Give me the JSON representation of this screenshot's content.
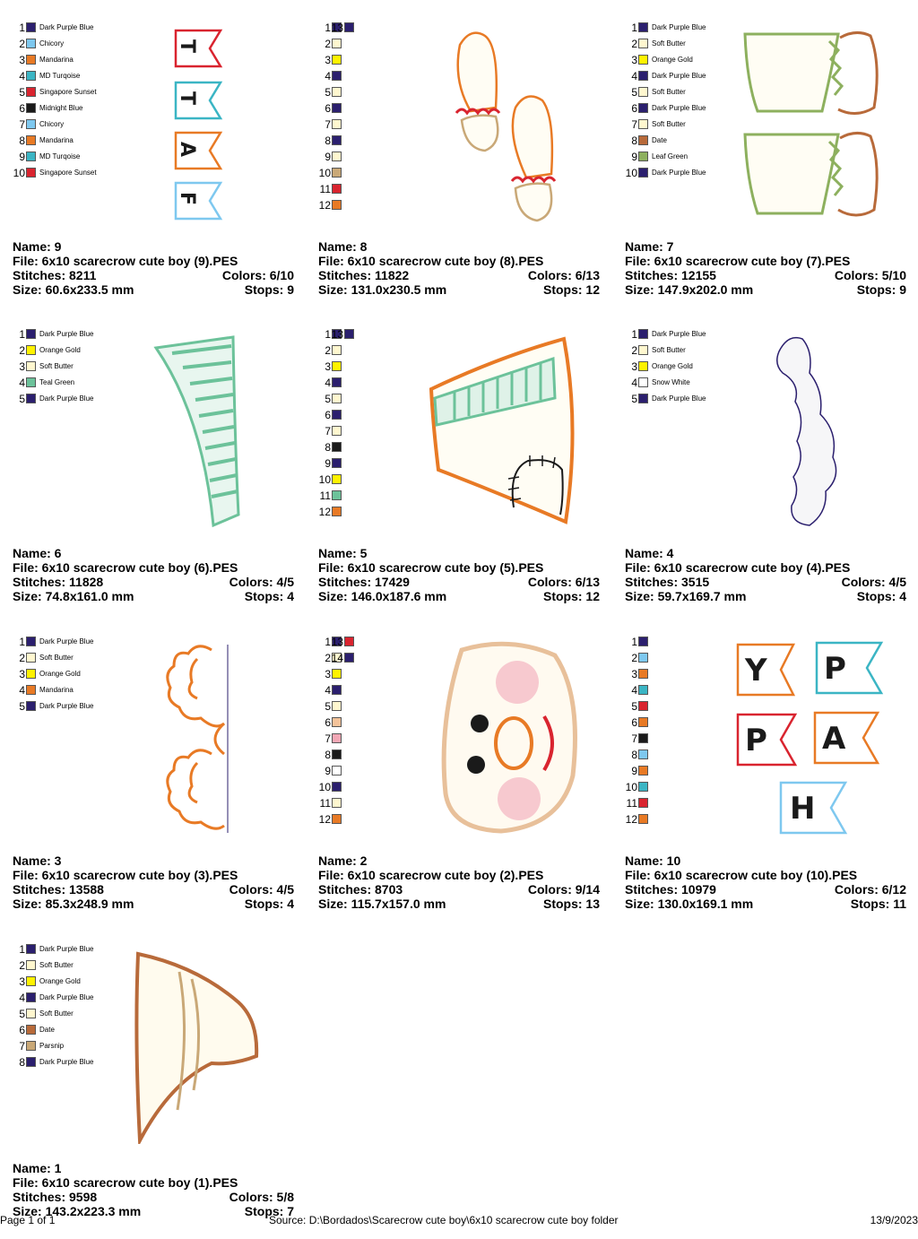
{
  "footer": {
    "page": "Page 1 of 1",
    "source": "Source: D:\\Bordados\\Scarecrow cute boy\\6x10 scarecrow cute boy folder",
    "date": "13/9/2023"
  },
  "colors": {
    "Dark Purple Blue": "#2b1f6e",
    "Chicory": "#7ec8ef",
    "Mandarina": "#e87a25",
    "MD Turqoise": "#3bb5c4",
    "Singapore Sunset": "#d9242f",
    "Midnight Blue": "#1a1a1a",
    "Soft Butter": "#fff7cf",
    "Orange Gold": "#fff200",
    "Date": "#b86a3a",
    "Leaf Green": "#8db05e",
    "Teal Green": "#6cc29a",
    "Snow White": "#ffffff",
    "Parsnip": "#c9a877"
  },
  "designs": [
    {
      "id": "d9",
      "name": "Name: 9",
      "file": "File: 6x10 scarecrow cute boy (9).PES",
      "stitches": "Stitches: 8211",
      "colors_count": "Colors: 6/10",
      "size": "Size: 60.6x233.5 mm",
      "stops": "Stops: 9",
      "legend": [
        {
          "n": "1",
          "c": "#2b1f6e",
          "label": "Dark Purple Blue"
        },
        {
          "n": "2",
          "c": "#7ec8ef",
          "label": "Chicory"
        },
        {
          "n": "3",
          "c": "#e87a25",
          "label": "Mandarina"
        },
        {
          "n": "4",
          "c": "#3bb5c4",
          "label": "MD Turqoise"
        },
        {
          "n": "5",
          "c": "#d9242f",
          "label": "Singapore Sunset"
        },
        {
          "n": "6",
          "c": "#1a1a1a",
          "label": "Midnight Blue"
        },
        {
          "n": "7",
          "c": "#7ec8ef",
          "label": "Chicory"
        },
        {
          "n": "8",
          "c": "#e87a25",
          "label": "Mandarina"
        },
        {
          "n": "9",
          "c": "#3bb5c4",
          "label": "MD Turqoise"
        },
        {
          "n": "10",
          "c": "#d9242f",
          "label": "Singapore Sunset"
        }
      ]
    },
    {
      "id": "d8",
      "name": "Name: 8",
      "file": "File: 6x10 scarecrow cute boy (8).PES",
      "stitches": "Stitches: 11822",
      "colors_count": "Colors: 6/13",
      "size": "Size: 131.0x230.5 mm",
      "stops": "Stops: 12",
      "legend": [
        {
          "n": "1",
          "c": "#2b1f6e",
          "label": "",
          "n2": "13",
          "c2": "#2b1f6e"
        },
        {
          "n": "2",
          "c": "#fff7cf",
          "label": ""
        },
        {
          "n": "3",
          "c": "#fff200",
          "label": ""
        },
        {
          "n": "4",
          "c": "#2b1f6e",
          "label": ""
        },
        {
          "n": "5",
          "c": "#fff7cf",
          "label": ""
        },
        {
          "n": "6",
          "c": "#2b1f6e",
          "label": ""
        },
        {
          "n": "7",
          "c": "#fff7cf",
          "label": ""
        },
        {
          "n": "8",
          "c": "#2b1f6e",
          "label": ""
        },
        {
          "n": "9",
          "c": "#fff7cf",
          "label": ""
        },
        {
          "n": "10",
          "c": "#c9a877",
          "label": ""
        },
        {
          "n": "11",
          "c": "#d9242f",
          "label": ""
        },
        {
          "n": "12",
          "c": "#e87a25",
          "label": ""
        }
      ]
    },
    {
      "id": "d7",
      "name": "Name: 7",
      "file": "File: 6x10 scarecrow cute boy (7).PES",
      "stitches": "Stitches: 12155",
      "colors_count": "Colors: 5/10",
      "size": "Size: 147.9x202.0 mm",
      "stops": "Stops: 9",
      "legend": [
        {
          "n": "1",
          "c": "#2b1f6e",
          "label": "Dark Purple Blue"
        },
        {
          "n": "2",
          "c": "#fff7cf",
          "label": "Soft Butter"
        },
        {
          "n": "3",
          "c": "#fff200",
          "label": "Orange Gold"
        },
        {
          "n": "4",
          "c": "#2b1f6e",
          "label": "Dark Purple Blue"
        },
        {
          "n": "5",
          "c": "#fff7cf",
          "label": "Soft Butter"
        },
        {
          "n": "6",
          "c": "#2b1f6e",
          "label": "Dark Purple Blue"
        },
        {
          "n": "7",
          "c": "#fff7cf",
          "label": "Soft Butter"
        },
        {
          "n": "8",
          "c": "#b86a3a",
          "label": "Date"
        },
        {
          "n": "9",
          "c": "#8db05e",
          "label": "Leaf Green"
        },
        {
          "n": "10",
          "c": "#2b1f6e",
          "label": "Dark Purple Blue"
        }
      ]
    },
    {
      "id": "d6",
      "name": "Name: 6",
      "file": "File: 6x10 scarecrow cute boy (6).PES",
      "stitches": "Stitches: 11828",
      "colors_count": "Colors: 4/5",
      "size": "Size: 74.8x161.0 mm",
      "stops": "Stops: 4",
      "legend": [
        {
          "n": "1",
          "c": "#2b1f6e",
          "label": "Dark Purple Blue"
        },
        {
          "n": "2",
          "c": "#fff200",
          "label": "Orange Gold"
        },
        {
          "n": "3",
          "c": "#fff7cf",
          "label": "Soft Butter"
        },
        {
          "n": "4",
          "c": "#6cc29a",
          "label": "Teal Green"
        },
        {
          "n": "5",
          "c": "#2b1f6e",
          "label": "Dark Purple Blue"
        }
      ]
    },
    {
      "id": "d5",
      "name": "Name: 5",
      "file": "File: 6x10 scarecrow cute boy (5).PES",
      "stitches": "Stitches: 17429",
      "colors_count": "Colors: 6/13",
      "size": "Size: 146.0x187.6 mm",
      "stops": "Stops: 12",
      "legend": [
        {
          "n": "1",
          "c": "#2b1f6e",
          "label": "",
          "n2": "13",
          "c2": "#2b1f6e"
        },
        {
          "n": "2",
          "c": "#fff7cf",
          "label": ""
        },
        {
          "n": "3",
          "c": "#fff200",
          "label": ""
        },
        {
          "n": "4",
          "c": "#2b1f6e",
          "label": ""
        },
        {
          "n": "5",
          "c": "#fff7cf",
          "label": ""
        },
        {
          "n": "6",
          "c": "#2b1f6e",
          "label": ""
        },
        {
          "n": "7",
          "c": "#fff7cf",
          "label": ""
        },
        {
          "n": "8",
          "c": "#1a1a1a",
          "label": ""
        },
        {
          "n": "9",
          "c": "#2b1f6e",
          "label": ""
        },
        {
          "n": "10",
          "c": "#fff200",
          "label": ""
        },
        {
          "n": "11",
          "c": "#6cc29a",
          "label": ""
        },
        {
          "n": "12",
          "c": "#e87a25",
          "label": ""
        }
      ]
    },
    {
      "id": "d4",
      "name": "Name: 4",
      "file": "File: 6x10 scarecrow cute boy (4).PES",
      "stitches": "Stitches: 3515",
      "colors_count": "Colors: 4/5",
      "size": "Size: 59.7x169.7 mm",
      "stops": "Stops: 4",
      "legend": [
        {
          "n": "1",
          "c": "#2b1f6e",
          "label": "Dark Purple Blue"
        },
        {
          "n": "2",
          "c": "#fff7cf",
          "label": "Soft Butter"
        },
        {
          "n": "3",
          "c": "#fff200",
          "label": "Orange Gold"
        },
        {
          "n": "4",
          "c": "#ffffff",
          "label": "Snow White"
        },
        {
          "n": "5",
          "c": "#2b1f6e",
          "label": "Dark Purple Blue"
        }
      ]
    },
    {
      "id": "d3",
      "name": "Name: 3",
      "file": "File: 6x10 scarecrow cute boy (3).PES",
      "stitches": "Stitches: 13588",
      "colors_count": "Colors: 4/5",
      "size": "Size: 85.3x248.9 mm",
      "stops": "Stops: 4",
      "legend": [
        {
          "n": "1",
          "c": "#2b1f6e",
          "label": "Dark Purple Blue"
        },
        {
          "n": "2",
          "c": "#fff7cf",
          "label": "Soft Butter"
        },
        {
          "n": "3",
          "c": "#fff200",
          "label": "Orange Gold"
        },
        {
          "n": "4",
          "c": "#e87a25",
          "label": "Mandarina"
        },
        {
          "n": "5",
          "c": "#2b1f6e",
          "label": "Dark Purple Blue"
        }
      ]
    },
    {
      "id": "d2",
      "name": "Name: 2",
      "file": "File: 6x10 scarecrow cute boy (2).PES",
      "stitches": "Stitches: 8703",
      "colors_count": "Colors: 9/14",
      "size": "Size: 115.7x157.0 mm",
      "stops": "Stops: 13",
      "legend": [
        {
          "n": "1",
          "c": "#2b1f6e",
          "label": "",
          "n2": "13",
          "c2": "#d9242f"
        },
        {
          "n": "2",
          "c": "#fff7cf",
          "label": "",
          "n2": "14",
          "c2": "#2b1f6e"
        },
        {
          "n": "3",
          "c": "#fff200",
          "label": ""
        },
        {
          "n": "4",
          "c": "#2b1f6e",
          "label": ""
        },
        {
          "n": "5",
          "c": "#fff7cf",
          "label": ""
        },
        {
          "n": "6",
          "c": "#f4c39a",
          "label": ""
        },
        {
          "n": "7",
          "c": "#f2a7b5",
          "label": ""
        },
        {
          "n": "8",
          "c": "#1a1a1a",
          "label": ""
        },
        {
          "n": "9",
          "c": "#ffffff",
          "label": ""
        },
        {
          "n": "10",
          "c": "#2b1f6e",
          "label": ""
        },
        {
          "n": "11",
          "c": "#fff7cf",
          "label": ""
        },
        {
          "n": "12",
          "c": "#e87a25",
          "label": ""
        }
      ]
    },
    {
      "id": "d10",
      "name": "Name: 10",
      "file": "File: 6x10 scarecrow cute boy (10).PES",
      "stitches": "Stitches: 10979",
      "colors_count": "Colors: 6/12",
      "size": "Size: 130.0x169.1 mm",
      "stops": "Stops: 11",
      "legend": [
        {
          "n": "1",
          "c": "#2b1f6e",
          "label": ""
        },
        {
          "n": "2",
          "c": "#7ec8ef",
          "label": ""
        },
        {
          "n": "3",
          "c": "#e87a25",
          "label": ""
        },
        {
          "n": "4",
          "c": "#3bb5c4",
          "label": ""
        },
        {
          "n": "5",
          "c": "#d9242f",
          "label": ""
        },
        {
          "n": "6",
          "c": "#e87a25",
          "label": ""
        },
        {
          "n": "7",
          "c": "#1a1a1a",
          "label": ""
        },
        {
          "n": "8",
          "c": "#7ec8ef",
          "label": ""
        },
        {
          "n": "9",
          "c": "#e87a25",
          "label": ""
        },
        {
          "n": "10",
          "c": "#3bb5c4",
          "label": ""
        },
        {
          "n": "11",
          "c": "#d9242f",
          "label": ""
        },
        {
          "n": "12",
          "c": "#e87a25",
          "label": ""
        }
      ]
    },
    {
      "id": "d1",
      "name": "Name: 1",
      "file": "File: 6x10 scarecrow cute boy (1).PES",
      "stitches": "Stitches: 9598",
      "colors_count": "Colors: 5/8",
      "size": "Size: 143.2x223.3 mm",
      "stops": "Stops: 7",
      "legend": [
        {
          "n": "1",
          "c": "#2b1f6e",
          "label": "Dark Purple Blue"
        },
        {
          "n": "2",
          "c": "#fff7cf",
          "label": "Soft Butter"
        },
        {
          "n": "3",
          "c": "#fff200",
          "label": "Orange Gold"
        },
        {
          "n": "4",
          "c": "#2b1f6e",
          "label": "Dark Purple Blue"
        },
        {
          "n": "5",
          "c": "#fff7cf",
          "label": "Soft Butter"
        },
        {
          "n": "6",
          "c": "#b86a3a",
          "label": "Date"
        },
        {
          "n": "7",
          "c": "#c9a877",
          "label": "Parsnip"
        },
        {
          "n": "8",
          "c": "#2b1f6e",
          "label": "Dark Purple Blue"
        }
      ]
    }
  ]
}
